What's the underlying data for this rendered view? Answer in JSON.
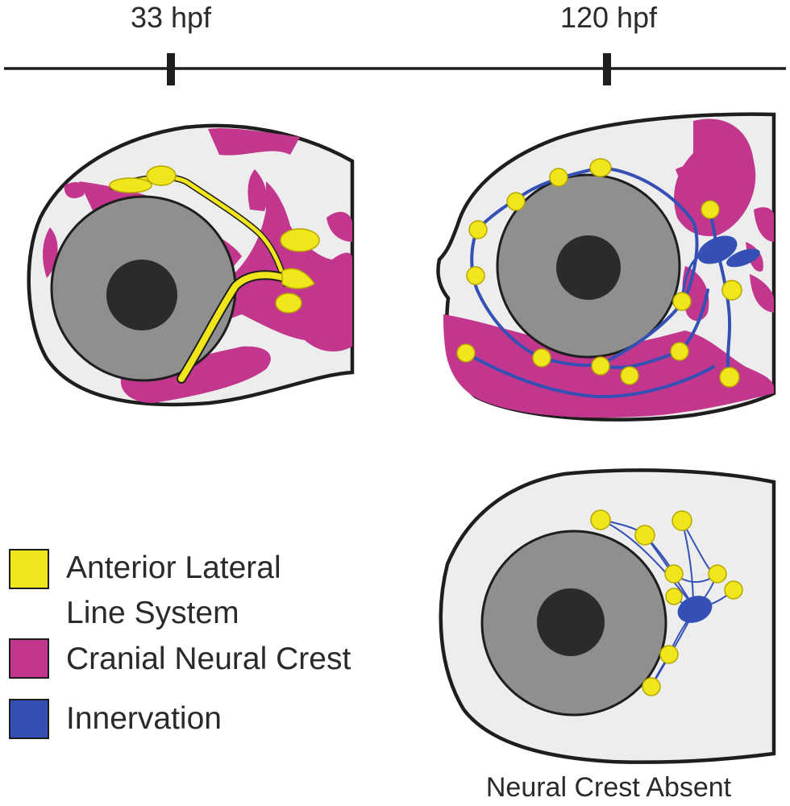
{
  "timeline": {
    "label_33": "33 hpf",
    "label_120": "120 hpf"
  },
  "legend": {
    "anterior_lateral_line_line1": "Anterior Lateral",
    "anterior_lateral_line_line2": "Line System",
    "cranial_neural_crest": "Cranial Neural Crest",
    "innervation": "Innervation"
  },
  "caption": {
    "neural_crest_absent": "Neural Crest Absent"
  },
  "colors": {
    "lateral_line": "#f1e51c",
    "neural_crest": "#c2378d",
    "innervation": "#3450b4",
    "eye": "#8f8f8f",
    "pupil": "#2b2b2b",
    "head_fill": "#ededed"
  }
}
